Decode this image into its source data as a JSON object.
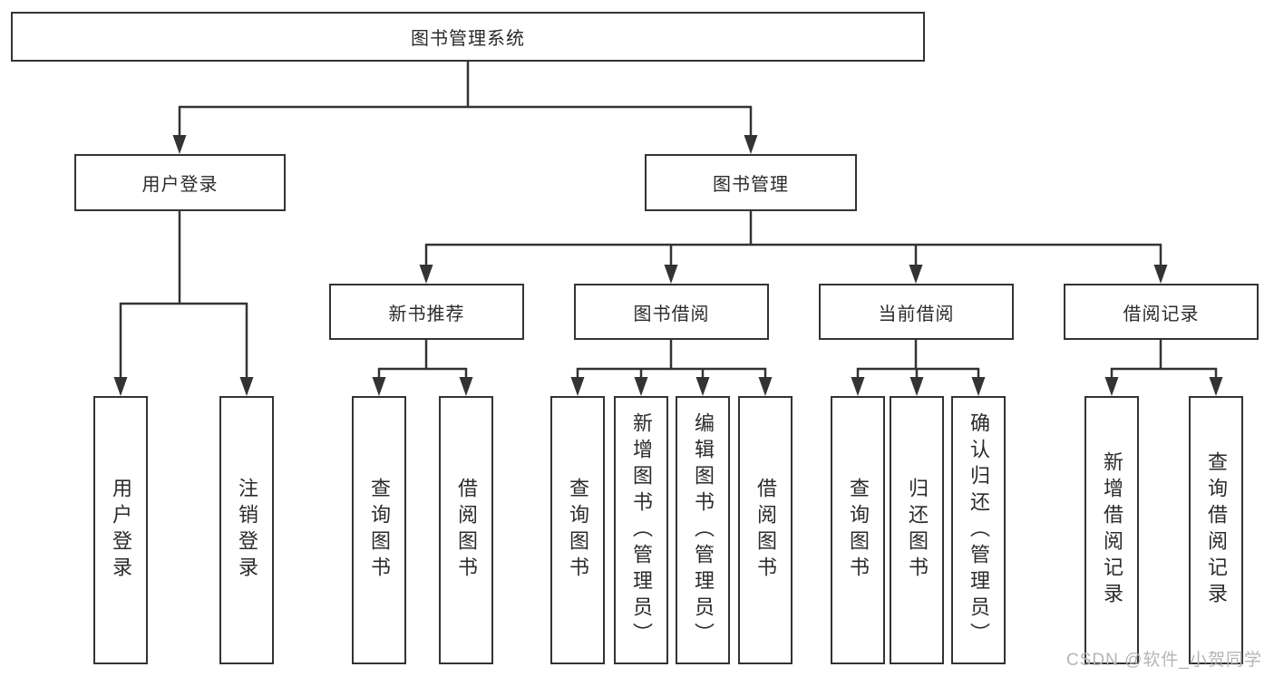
{
  "watermark": "CSDN @软件_小贺同学",
  "colors": {
    "line": "#333333",
    "node_border": "#333333",
    "text": "#2b2b2b",
    "watermark": "#b5b5b5",
    "background": "#ffffff"
  },
  "tree": {
    "root": "图书管理系统",
    "children": [
      {
        "label": "用户登录",
        "children": [
          "用户登录",
          "注销登录"
        ]
      },
      {
        "label": "图书管理",
        "children": [
          {
            "label": "新书推荐",
            "children": [
              "查询图书",
              "借阅图书"
            ]
          },
          {
            "label": "图书借阅",
            "children": [
              "查询图书",
              "新增图书（管理员）",
              "编辑图书（管理员）",
              "借阅图书"
            ]
          },
          {
            "label": "当前借阅",
            "children": [
              "查询图书",
              "归还图书",
              "确认归还（管理员）"
            ]
          },
          {
            "label": "借阅记录",
            "children": [
              "新增借阅记录",
              "查询借阅记录"
            ]
          }
        ]
      }
    ]
  }
}
